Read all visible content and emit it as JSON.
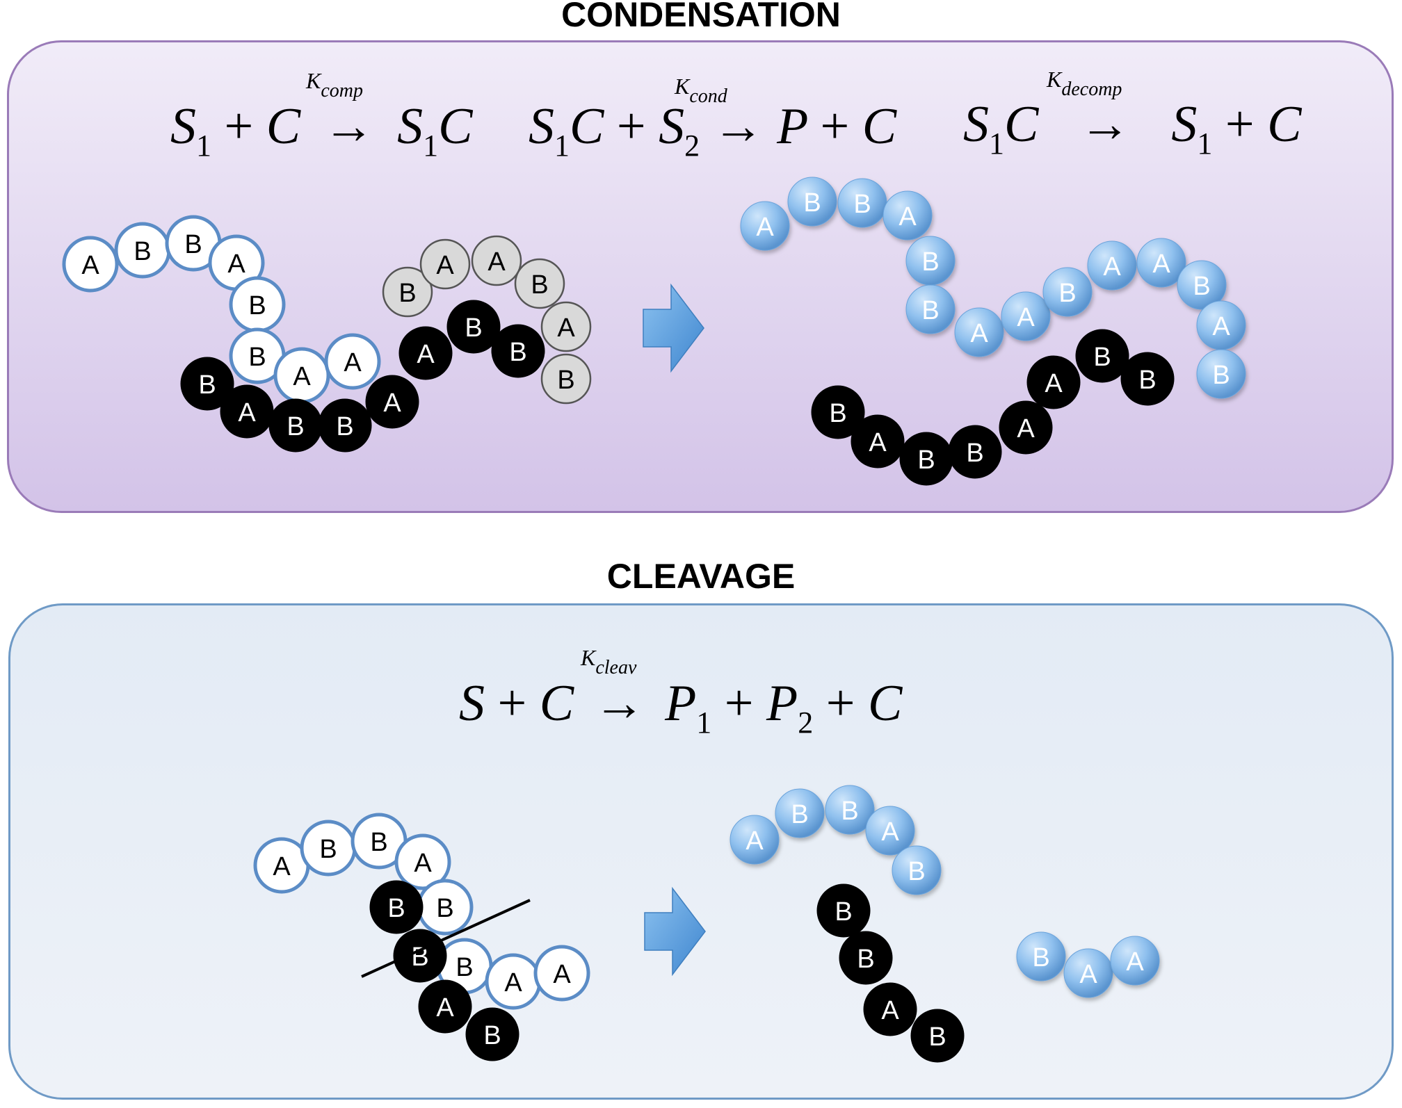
{
  "condensation": {
    "title": "CONDENSATION",
    "reactions": [
      {
        "rate": "K",
        "rate_sub": "comp",
        "lhs": [
          "S",
          "1",
          "+",
          "C"
        ],
        "arrow": "→",
        "rhs": [
          "S",
          "1",
          "C"
        ]
      },
      {
        "rate": "K",
        "rate_sub": "cond",
        "lhs": [
          "S",
          "1",
          "C",
          "+",
          "S",
          "2"
        ],
        "arrow": "→",
        "rhs": [
          "P",
          "+",
          "C"
        ]
      },
      {
        "rate": "K",
        "rate_sub": "decomp",
        "lhs": [
          "S",
          "1",
          "C"
        ],
        "arrow": "→",
        "rhs": [
          "S",
          "1",
          "+",
          "C"
        ]
      }
    ]
  },
  "cleavage": {
    "title": "CLEAVAGE",
    "reaction": {
      "rate": "K",
      "rate_sub": "cleav",
      "lhs": [
        "S",
        "+",
        "C"
      ],
      "arrow": "→",
      "rhs": [
        "P",
        "1",
        "+",
        "P",
        "2",
        "+",
        "C"
      ]
    }
  },
  "colors": {
    "condensation_panel": "#e3d9f1",
    "condensation_border": "#9a7bb8",
    "cleavage_panel": "#e8eef6",
    "cleavage_border": "#6f9ac6",
    "bead_white_outline": "#5b8cc6",
    "bead_black": "#000000",
    "bead_gray": "#d9d9d9",
    "bead_blue": "#8fc0ee",
    "arrow_blue": "#5a9ad8"
  },
  "chains": [
    {
      "id": "cond-substrate-1",
      "style": "white",
      "letters": [
        "A",
        "B",
        "B",
        "A",
        "B",
        "B",
        "A",
        "A"
      ]
    },
    {
      "id": "cond-catalyst",
      "style": "black",
      "letters": [
        "B",
        "A",
        "B",
        "B",
        "A",
        "A",
        "B",
        "B"
      ]
    },
    {
      "id": "cond-substrate-2",
      "style": "gray",
      "letters": [
        "B",
        "A",
        "A",
        "B",
        "A",
        "B"
      ]
    },
    {
      "id": "cond-product",
      "style": "blue",
      "letters": [
        "A",
        "B",
        "B",
        "A",
        "B",
        "B",
        "A",
        "A",
        "B",
        "A",
        "A",
        "B",
        "A",
        "B"
      ]
    },
    {
      "id": "cond-catalyst-released",
      "style": "black",
      "letters": [
        "B",
        "A",
        "B",
        "B",
        "A",
        "A",
        "B",
        "B"
      ]
    },
    {
      "id": "cleav-substrate",
      "style": "white",
      "letters": [
        "A",
        "B",
        "B",
        "A",
        "B",
        "B",
        "A",
        "A"
      ]
    },
    {
      "id": "cleav-catalyst",
      "style": "black",
      "letters": [
        "B",
        "B",
        "A",
        "B"
      ]
    },
    {
      "id": "cleav-product-1",
      "style": "blue",
      "letters": [
        "A",
        "B",
        "B",
        "A",
        "B"
      ]
    },
    {
      "id": "cleav-catalyst-released",
      "style": "black",
      "letters": [
        "B",
        "B",
        "A",
        "B"
      ]
    },
    {
      "id": "cleav-product-2",
      "style": "blue",
      "letters": [
        "B",
        "A",
        "A"
      ]
    }
  ]
}
